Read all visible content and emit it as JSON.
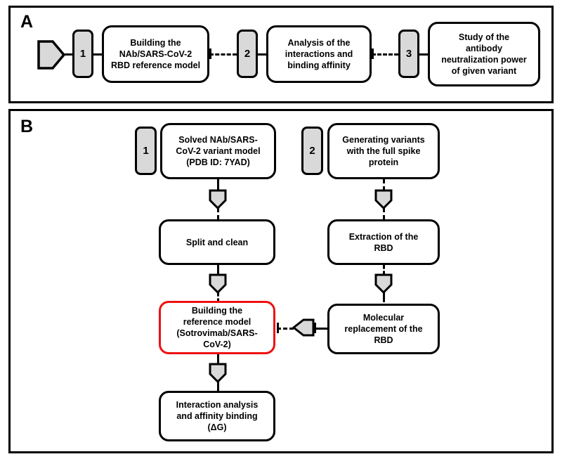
{
  "figure": {
    "panels": [
      {
        "id": "A",
        "label": "A",
        "start_marker": "pentagon-arrow-right-icon",
        "steps": [
          {
            "number": "1",
            "text": "Building the\nNAb/SARS-CoV-2\nRBD reference model"
          },
          {
            "number": "2",
            "text": "Analysis of the\ninteractions and\nbinding affinity"
          },
          {
            "number": "3",
            "text": "Study of the\nantibody\nneutralization power\nof given variant"
          }
        ]
      },
      {
        "id": "B",
        "label": "B",
        "steps": [
          {
            "number": "1",
            "text": "Solved NAb/SARS-\nCoV-2 variant model\n(PDB ID: 7YAD)"
          },
          {
            "number": "2",
            "text": "Generating variants\nwith the full spike\nprotein"
          }
        ],
        "nodes": {
          "split_clean": "Split and clean",
          "extraction_rbd": "Extraction of the\nRBD",
          "reference_model": "Building the\nreference model\n(Sotrovimab/SARS-\nCoV-2)",
          "molecular_replacement": "Molecular\nreplacement of the\nRBD",
          "interaction_analysis": "Interaction analysis\nand affinity binding\n(ΔG)"
        },
        "arrows": [
          {
            "name": "arrow-down-1",
            "direction": "down"
          },
          {
            "name": "arrow-down-2",
            "direction": "down"
          },
          {
            "name": "arrow-down-3",
            "direction": "down"
          },
          {
            "name": "arrow-down-4",
            "direction": "down"
          },
          {
            "name": "arrow-down-5",
            "direction": "down"
          },
          {
            "name": "arrow-left-1",
            "direction": "left"
          }
        ]
      }
    ]
  },
  "colors": {
    "step_fill": "#d9d9d9",
    "node_border": "#000000",
    "highlight_border": "#ee1111",
    "arrow_fill": "#d9d9d9",
    "background": "#ffffff"
  }
}
